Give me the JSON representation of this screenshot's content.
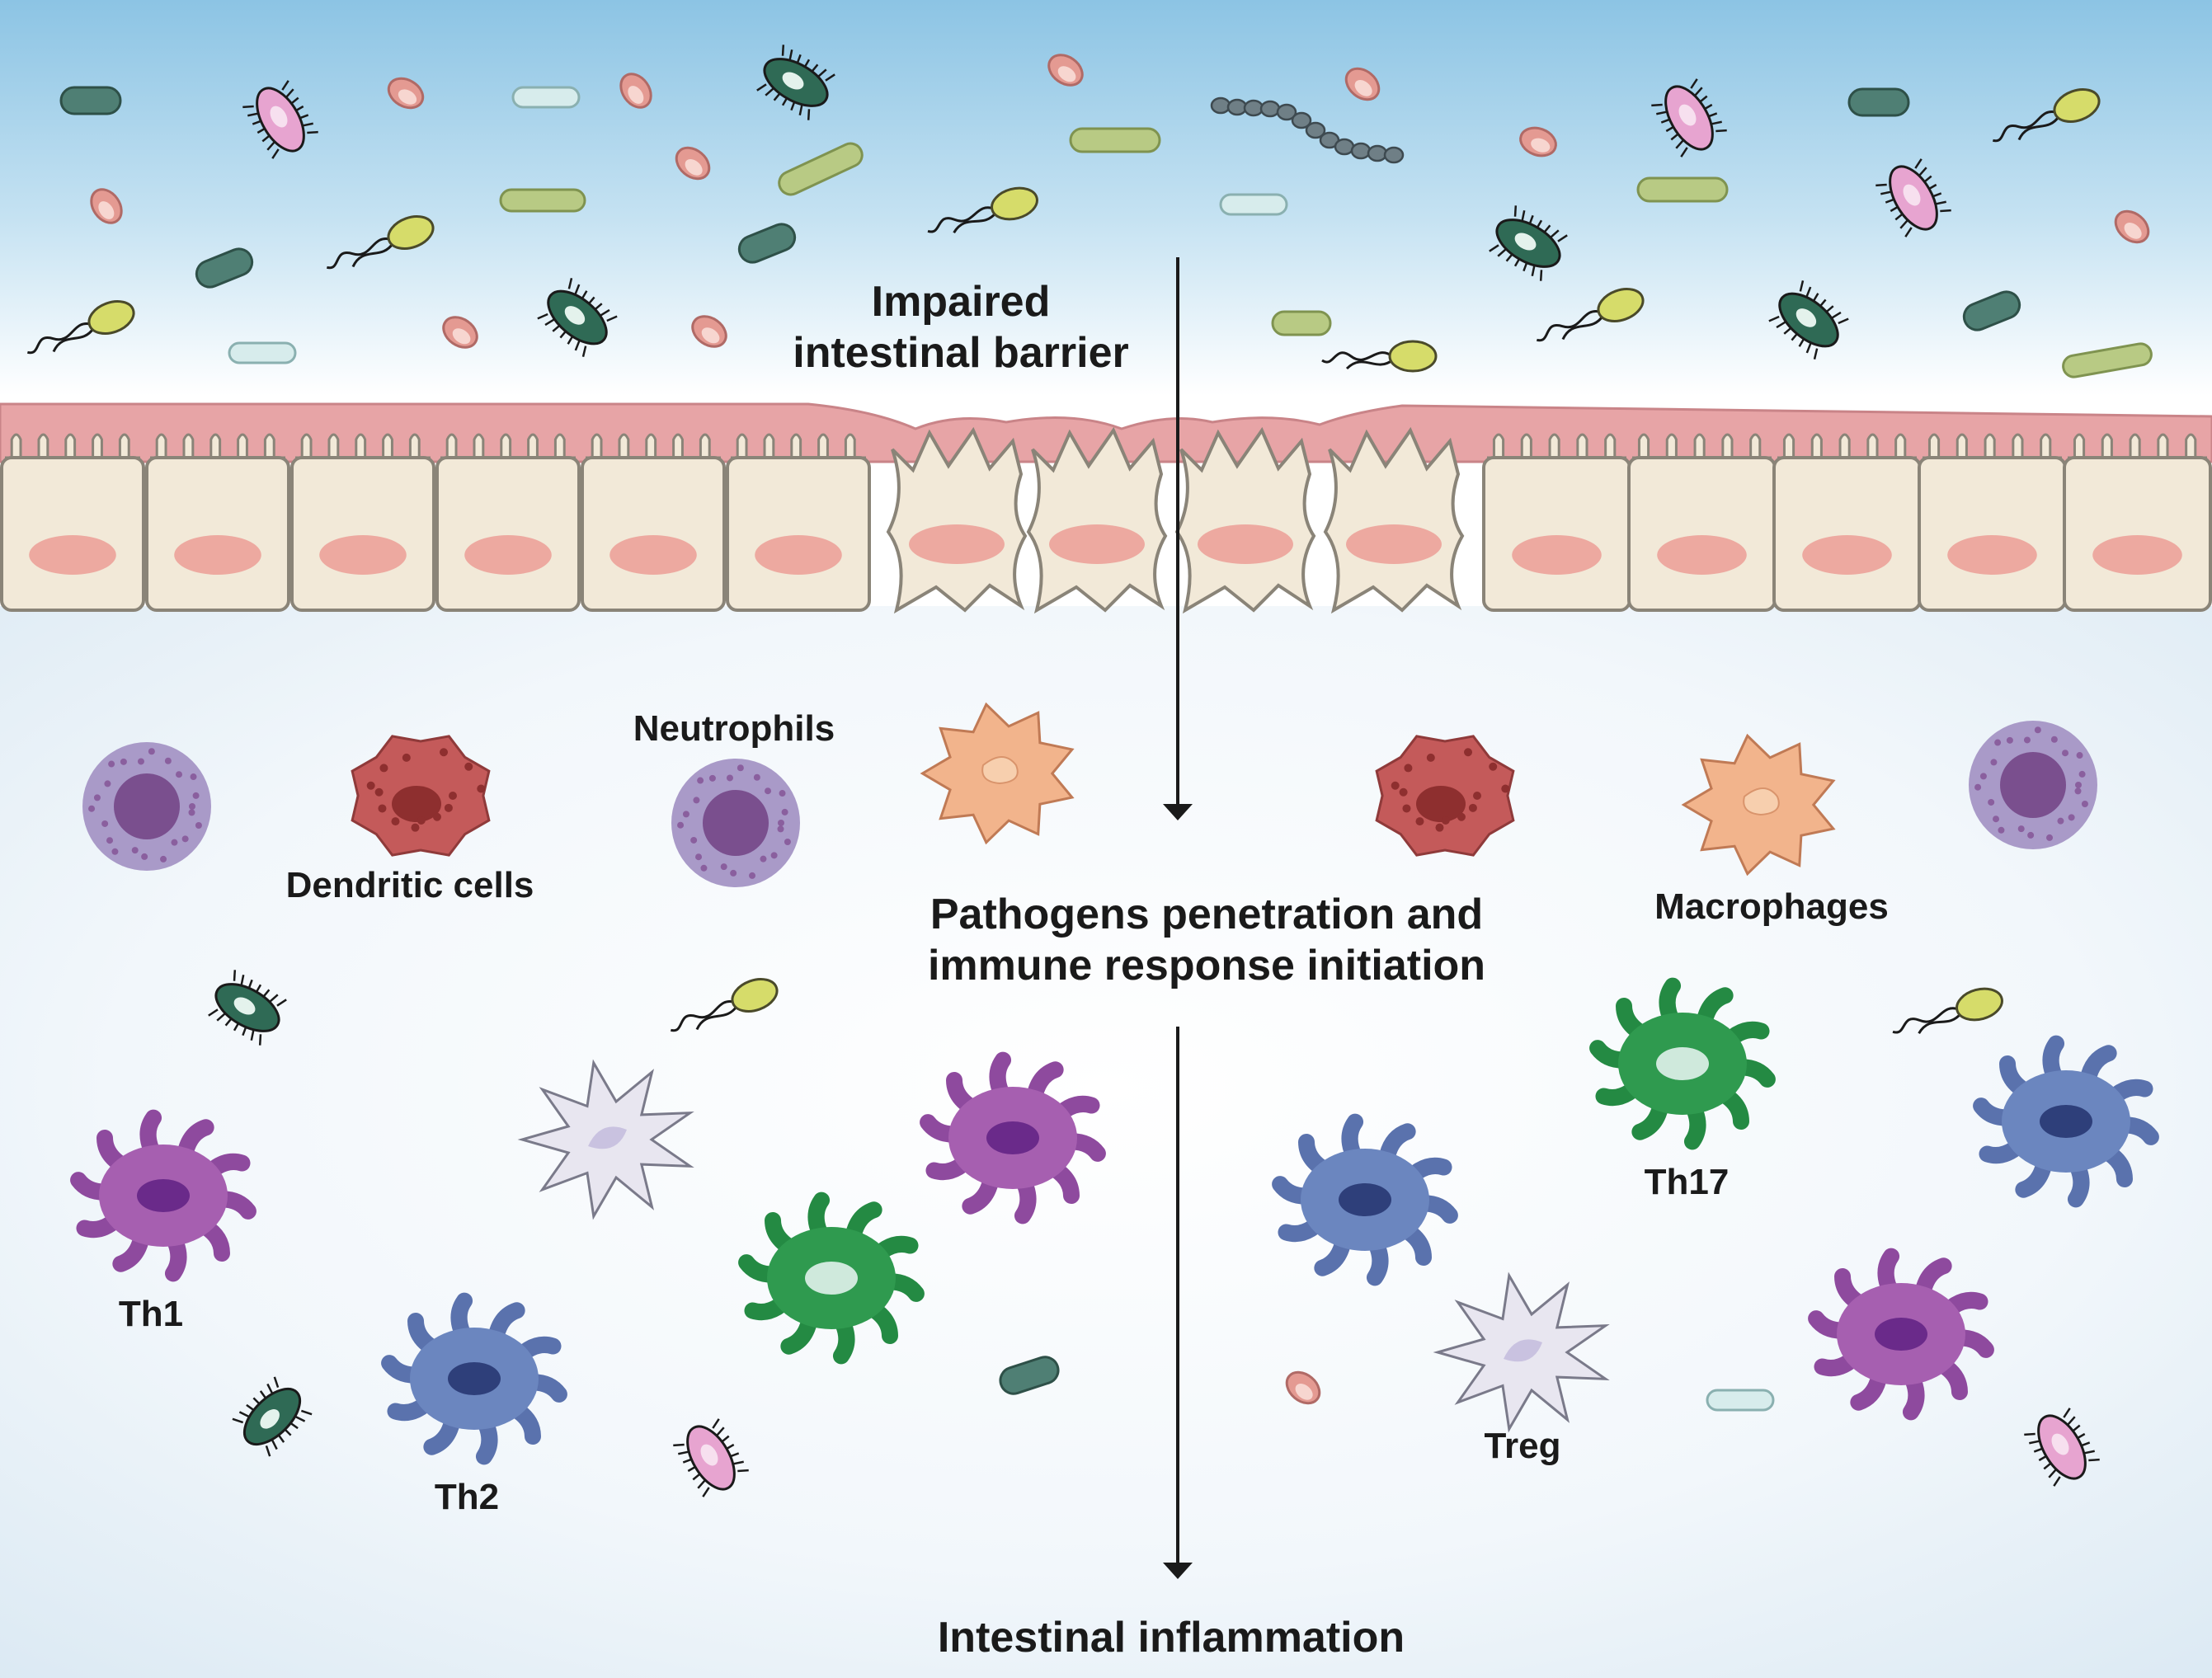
{
  "labels": {
    "step1_line1": "Impaired",
    "step1_line2": "intestinal barrier",
    "step2_line1": "Pathogens penetration and",
    "step2_line2": "immune response initiation",
    "step3": "Intestinal inflammation",
    "neutrophils": "Neutrophils",
    "dendritic_cells": "Dendritic cells",
    "macrophages": "Macrophages",
    "th1": "Th1",
    "th2": "Th2",
    "th17": "Th17",
    "treg": "Treg"
  },
  "colors": {
    "lumen_top": "#8cc4e4",
    "mucus": "#e7a4a6",
    "epithelial_cell": "#f2e9d8",
    "nucleus": "#eda9a0",
    "th1": "#a65fb0",
    "th2": "#6b86bf",
    "th17": "#2f9a4f",
    "treg": "#e8e6f0",
    "macrophage": "#f2b48c",
    "dendritic": "#c45a5a",
    "neutrophil": "#a99ac8"
  }
}
